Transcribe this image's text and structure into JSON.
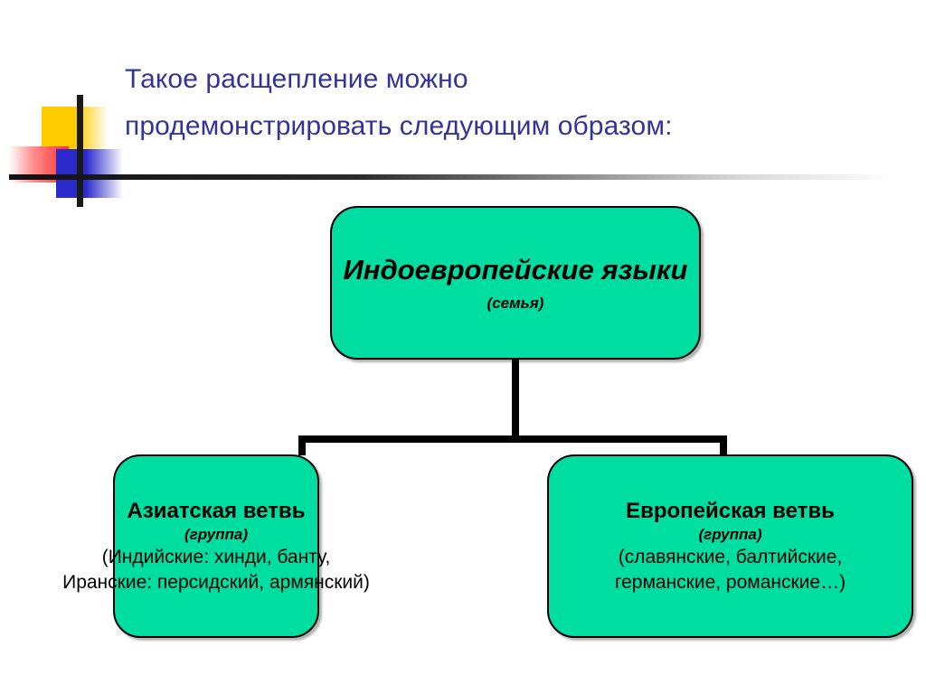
{
  "slide": {
    "background_color": "#ffffff",
    "title": {
      "color": "#333399",
      "line1": "Такое расщепление можно",
      "line2": "продемонстрировать следующим образом:"
    },
    "decoration": {
      "name": "corner-accent-logo",
      "yellow": "#FFCC00",
      "red": "#FF3030",
      "blue": "#2B2BCC",
      "rule": "#111111"
    }
  },
  "diagram": {
    "type": "tree",
    "node_fill": "#00DDA0",
    "node_border": "#000000",
    "connector_color": "#000000",
    "root": {
      "title": "Индоевропейские языки",
      "subtitle": "(семья)"
    },
    "branches": [
      {
        "title": "Азиатская ветвь",
        "subtitle": "(группа)",
        "detail_line1": "(Индийские: хинди, банту,",
        "detail_line2": "Иранские: персидский, армянский)"
      },
      {
        "title": "Европейская ветвь",
        "subtitle": "(группа)",
        "detail_line1": "(славянские, балтийские,",
        "detail_line2": "германские, романские…)"
      }
    ]
  }
}
